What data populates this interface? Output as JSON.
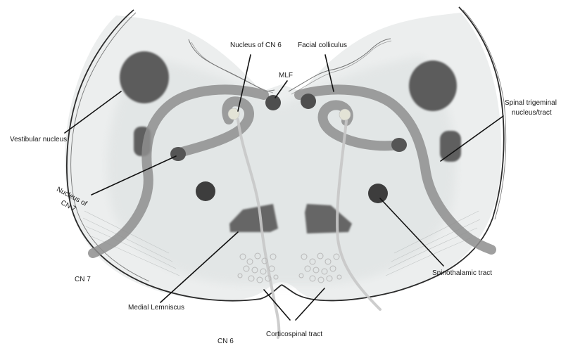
{
  "labels": {
    "nucleus_cn6": "Nucleus of CN 6",
    "facial_colliculus": "Facial colliculus",
    "mlf": "MLF",
    "vestibular_nucleus": "Vestibular nucleus",
    "spinal_trigeminal_line1": "Spinal trigeminal",
    "spinal_trigeminal_line2": "nucleus/tract",
    "nucleus_cn7_line1": "Nucleus of",
    "nucleus_cn7_line2": "CN 7",
    "cn7": "CN 7",
    "spinothalamic": "Spinothalamic tract",
    "medial_lemniscus": "Medial Lemniscus",
    "cn6": "CN 6",
    "corticospinal": "Corticospinal tract"
  },
  "colors": {
    "background": "#ffffff",
    "pons_fill": "#e9ecec",
    "pons_outline": "#2a2a2a",
    "nucleus_dark": "#575757",
    "nucleus_darker": "#333333",
    "tract_gray": "#8a8a8a",
    "pointer_line": "#111111"
  }
}
